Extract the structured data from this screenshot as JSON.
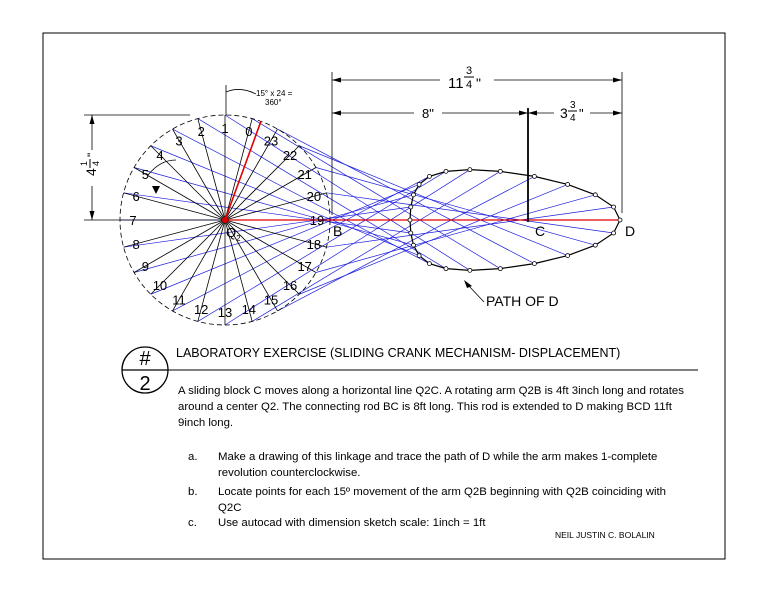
{
  "drawing": {
    "angle_note_line1": "15° x 24 =",
    "angle_note_line2": "360°",
    "angle_labels": [
      "0",
      "1",
      "2",
      "3",
      "4",
      "5",
      "6",
      "7",
      "8",
      "9",
      "10",
      "11",
      "12",
      "13",
      "14",
      "15",
      "16",
      "17",
      "18",
      "19",
      "20",
      "21",
      "22",
      "23"
    ],
    "center_label": "Q",
    "center_subscript": "2",
    "point_labels": {
      "B": "B",
      "C": "C",
      "D": "D"
    },
    "path_label": "PATH OF D",
    "dimensions": {
      "overall_whole": "11",
      "overall_num": "3",
      "overall_den": "4",
      "overall_unit": "\"",
      "bc": "8\"",
      "cd_whole": "3",
      "cd_num": "3",
      "cd_den": "4",
      "cd_unit": "\"",
      "radius_whole": "4",
      "radius_num": "1",
      "radius_den": "4",
      "radius_unit": "\""
    },
    "colors": {
      "crank": "#e00000",
      "rods": "#2020e0",
      "lines": "#000000"
    }
  },
  "badge": {
    "top": "#",
    "bottom": "2"
  },
  "title": "LABORATORY EXERCISE    (SLIDING CRANK MECHANISM- DISPLACEMENT)",
  "description": "A sliding block C moves along a horizontal line Q2C. A rotating arm Q2B is 4ft 3inch long and rotates around a center Q2. The connecting rod BC is 8ft long. This rod is extended to D making BCD 11ft 9inch long.",
  "items": [
    {
      "marker": "a.",
      "text": "Make a drawing of this linkage and trace the path of D while the arm makes 1-complete revolution counterclockwise."
    },
    {
      "marker": "b.",
      "text": "Locate points for each 15º movement of the arm Q2B beginning with Q2B coinciding with Q2C"
    },
    {
      "marker": "c.",
      "text": "Use autocad with dimension sketch scale: 1inch = 1ft"
    }
  ],
  "author": "NEIL JUSTIN C. BOLALIN"
}
